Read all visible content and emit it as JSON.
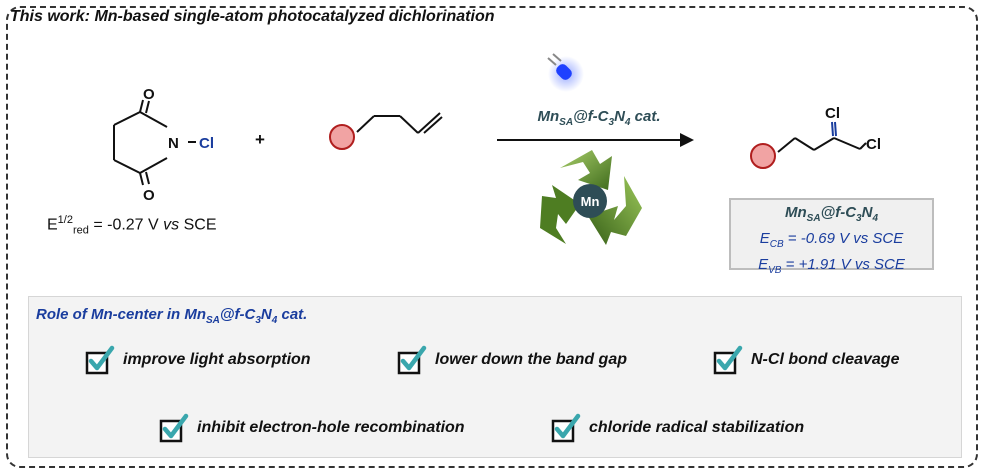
{
  "title": "This work: Mn-based single-atom photocatalyzed dichlorination",
  "reagent": {
    "atom_o_top": "O",
    "atom_o_bottom": "O",
    "atom_n": "N",
    "atom_cl": "Cl",
    "potential_prefix": "E",
    "potential_sup": "1/2",
    "potential_sub": "red",
    "potential_value": " = -0.27 V ",
    "potential_vs": "vs",
    "potential_ref": " SCE"
  },
  "plus": "+",
  "catalyst": {
    "prefix": "Mn",
    "sub_sa": "SA",
    "mid": "@f-C",
    "sub_3": "3",
    "n": "N",
    "sub_4": "4",
    "suffix": " cat."
  },
  "recycle_center": "Mn",
  "product": {
    "cl_top": "Cl",
    "cl_right": "Cl"
  },
  "info_box": {
    "name_prefix": "Mn",
    "name_sub_sa": "SA",
    "name_mid": "@f-C",
    "name_sub_3": "3",
    "name_n": "N",
    "name_sub_4": "4",
    "ecb_e": "E",
    "ecb_sub": "CB",
    "ecb_value": " = -0.69 V vs SCE",
    "evb_e": "E",
    "evb_sub": "VB",
    "evb_value": " = +1.91 V vs SCE"
  },
  "role": {
    "title_prefix": "Role of Mn-center in Mn",
    "title_sub_sa": "SA",
    "title_mid": "@f-C",
    "title_sub_3": "3",
    "title_n": "N",
    "title_sub_4": "4",
    "title_suffix": " cat.",
    "items": [
      {
        "label": "improve light absorption"
      },
      {
        "label": "lower down the band gap"
      },
      {
        "label": "N-Cl bond cleavage"
      },
      {
        "label": "inhibit electron-hole recombination"
      },
      {
        "label": "chloride radical stabilization"
      }
    ]
  },
  "colors": {
    "substituent_ball": "#f1a3a3",
    "ball_outline": "#b01e1e",
    "n_blue": "#1a3d9e",
    "cl_blue": "#1a3d9e",
    "check_teal": "#3aa7ad",
    "recycle_green": "#5f8f2c",
    "mn_circle": "#2e4d56",
    "led_blue": "#1e40ff"
  }
}
